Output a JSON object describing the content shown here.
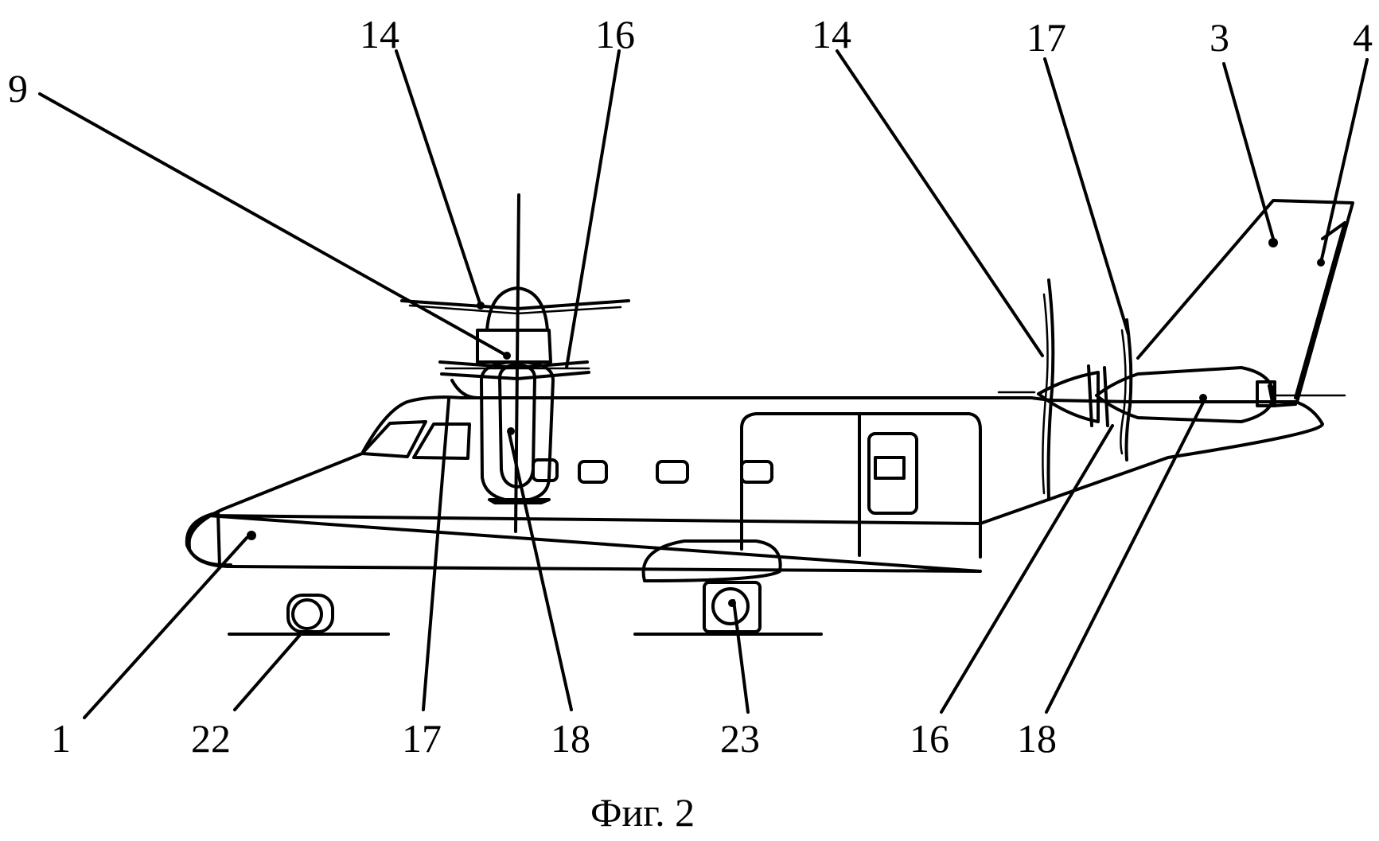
{
  "labels": {
    "l14a": "14",
    "l16a": "16",
    "l14b": "14",
    "l17a": "17",
    "l3": "3",
    "l4": "4",
    "l9": "9",
    "l1": "1",
    "l22": "22",
    "l17b": "17",
    "l18a": "18",
    "l23": "23",
    "l16b": "16",
    "l18b": "18"
  },
  "caption": "Фиг. 2"
}
